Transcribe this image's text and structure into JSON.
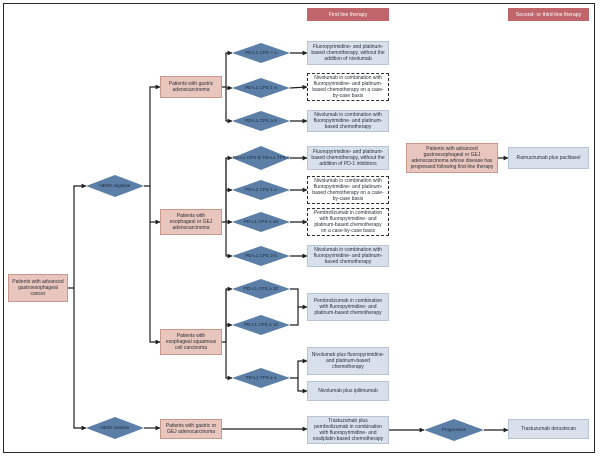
{
  "headers": {
    "first_line": "First line therapy",
    "second_line": "Second- or third-line therapy"
  },
  "patients_advanced": "Patients with advanced gastroesophageal cancer",
  "her2_negative": "HER2 negative",
  "her2_positive": "HER2 positive",
  "gastric": {
    "label": "Patients with gastric adenocarcinoma",
    "cps_lt1": "PD-L1 CPS < 1",
    "cps_1_4": "PD-L1 CPS 1-4",
    "cps_ge5": "PD-L1 CPS ≥ 5",
    "therapy_lt1": "Fluoropyrimidine- and platinum-based chemotherapy, without the addition of nivolumab",
    "therapy_1_4": "Nivolumab in combination with fluoropyrimidine- and platinum-based chemotherapy on a case-by-case basis",
    "therapy_ge5": "Nivolumab in combination with fluoropyrimidine- and platinum-based chemotherapy"
  },
  "esophageal": {
    "label": "Patients with esophageal or GEJ adenocarcinoma",
    "cps_lt1_tps": "PD-L1 CPS 0/ PD-L1 TPS 0",
    "cps_1_4": "PD-L1 CPS 1-4",
    "cps_1_10": "PD-L1 CPS 1-10",
    "cps_ge5": "PD-L1 CPS ≥ 5",
    "therapy_lt1": "Fluoropyrimidine- and platinum-based chemotherapy, without the addition of PD-1 inhibitors",
    "therapy_1_4": "Nivolumab in combination with fluoropyrimidine- and platinum-based chemotherapy on a case-by-case basis",
    "therapy_1_10": "Pembrolizumab in combination with fluoropyrimidine- and platinum-based chemotherapy on a case-by-case basis",
    "therapy_ge5": "Nivolumab in combination with fluoropyrimidine- and platinum-based chemotherapy"
  },
  "squamous": {
    "label": "Patients with esophageal squamous cell carcinoma",
    "cps_ge10_a": "PD-L1 CPS ≥ 10",
    "cps_ge10_b": "PD-L1 CPS ≥ 10",
    "tps_ge1": "PD-L1 TPS ≥ 1",
    "therapy_pembro": "Pembrolizumab in combination with fluoropyrimidine- and platinum-based chemotherapy",
    "therapy_nivo_chemo": "Nivolumab plus fluoropyrimidine- and platinum-based chemotherapy",
    "therapy_nivo_ipi": "Nivolumab plus ipilimumab"
  },
  "her2pos": {
    "label": "Patients with gastric or GEJ adenocarcinoma",
    "therapy": "Trastuzumab plus pembrolizumab in combination with fluoropyrimidine- and oxaliplatin-based chemotherapy",
    "progression": "Progression",
    "second_line": "Trastuzumab deruxtecan"
  },
  "second_line_neg": {
    "label": "Patients with advanced gastroesophageal or GEJ adenocarcinoma whose disease has progressed following first-line therapy",
    "therapy": "Ramucirumab plus paclitaxel"
  },
  "colors": {
    "pink_box": "#e9c6bd",
    "blue_box": "#d8e0ec",
    "diamond": "#5b7fa6",
    "header": "#c0666a",
    "line": "#1f1f1f"
  }
}
